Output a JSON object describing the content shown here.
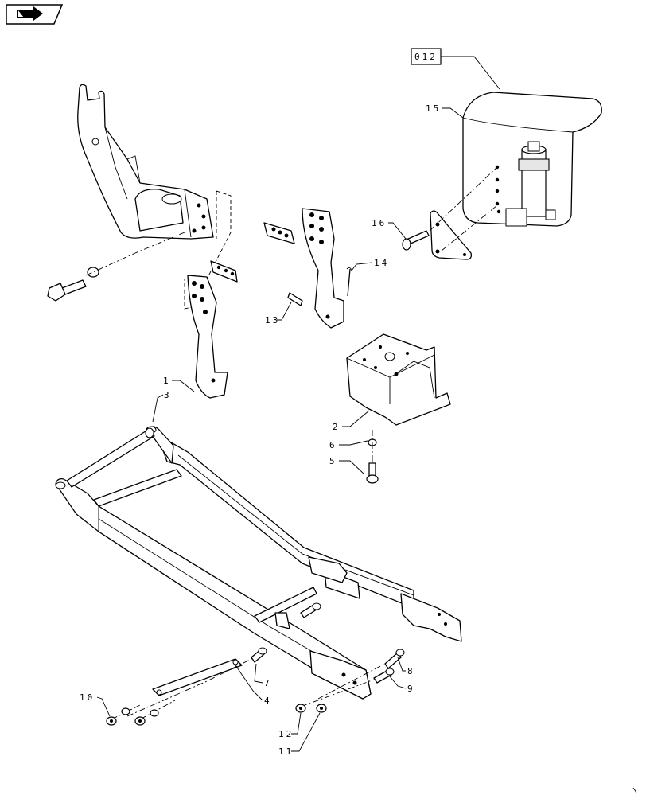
{
  "nav_icon": "forward-arrow-icon",
  "ref_tag": "012",
  "callouts": {
    "c1": "1",
    "c2": "2",
    "c3": "3",
    "c4": "4",
    "c5": "5",
    "c6": "6",
    "c7": "7",
    "c8": "8",
    "c9": "9",
    "c10": "10",
    "c11": "11",
    "c12": "12",
    "c13": "13",
    "c14": "14",
    "c15": "15",
    "c16": "16"
  }
}
